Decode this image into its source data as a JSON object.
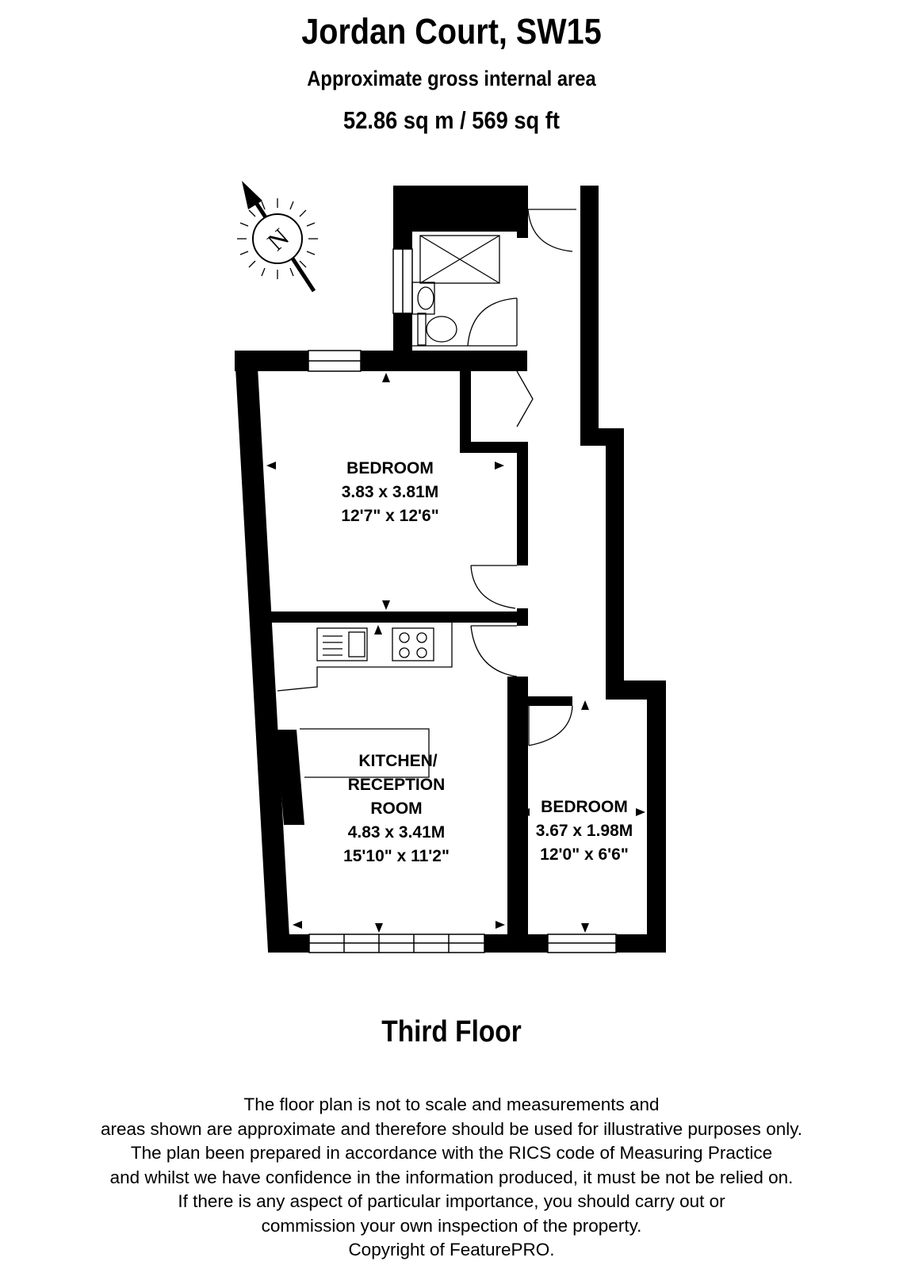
{
  "header": {
    "title": "Jordan Court, SW15",
    "subtitle": "Approximate gross internal area",
    "area": "52.86 sq m /  569 sq ft"
  },
  "compass": {
    "label": "N"
  },
  "rooms": {
    "bedroom1": {
      "name": "BEDROOM",
      "metric": "3.83 x 3.81M",
      "imperial": "12'7\" x 12'6\""
    },
    "kitchen": {
      "name_line1": "KITCHEN/",
      "name_line2": "RECEPTION",
      "name_line3": "ROOM",
      "metric": "4.83 x 3.41M",
      "imperial": "15'10\" x 11'2\""
    },
    "bedroom2": {
      "name": "BEDROOM",
      "metric": "3.67 x 1.98M",
      "imperial": "12'0\" x 6'6\""
    }
  },
  "floor": {
    "label": "Third Floor"
  },
  "disclaimer": {
    "lines": [
      "The floor plan is not to scale and measurements and",
      "areas shown are approximate and therefore should be used for illustrative purposes only.",
      "The plan been prepared in accordance with the RICS code of Measuring Practice",
      "and whilst we have confidence in the information produced, it must be not be relied on.",
      "If there is any aspect of particular importance, you should carry out or",
      "commission your own inspection of the property.",
      "Copyright of FeaturePRO."
    ]
  }
}
